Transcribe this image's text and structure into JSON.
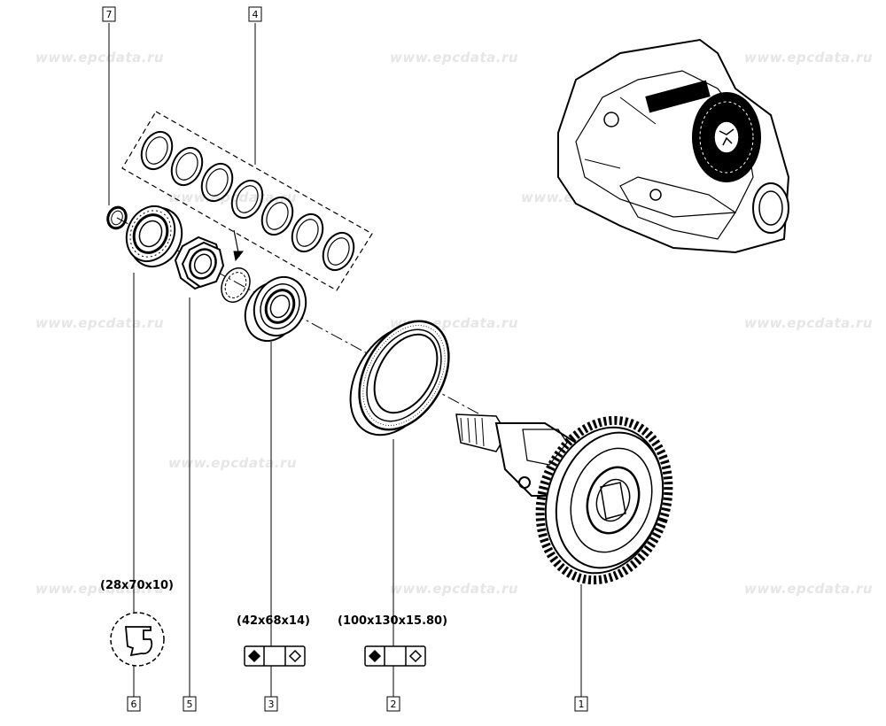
{
  "watermark": "www.epcdata.ru",
  "callouts": [
    "1",
    "2",
    "3",
    "4",
    "5",
    "6",
    "7"
  ],
  "dimensions": {
    "seal_6": "(28x70x10)",
    "bearing_3": "(42x68x14)",
    "bearing_2": "(100x130x15.80)"
  },
  "colors": {
    "line": "#000000",
    "watermark": "#e6e6e6",
    "background": "#ffffff"
  }
}
